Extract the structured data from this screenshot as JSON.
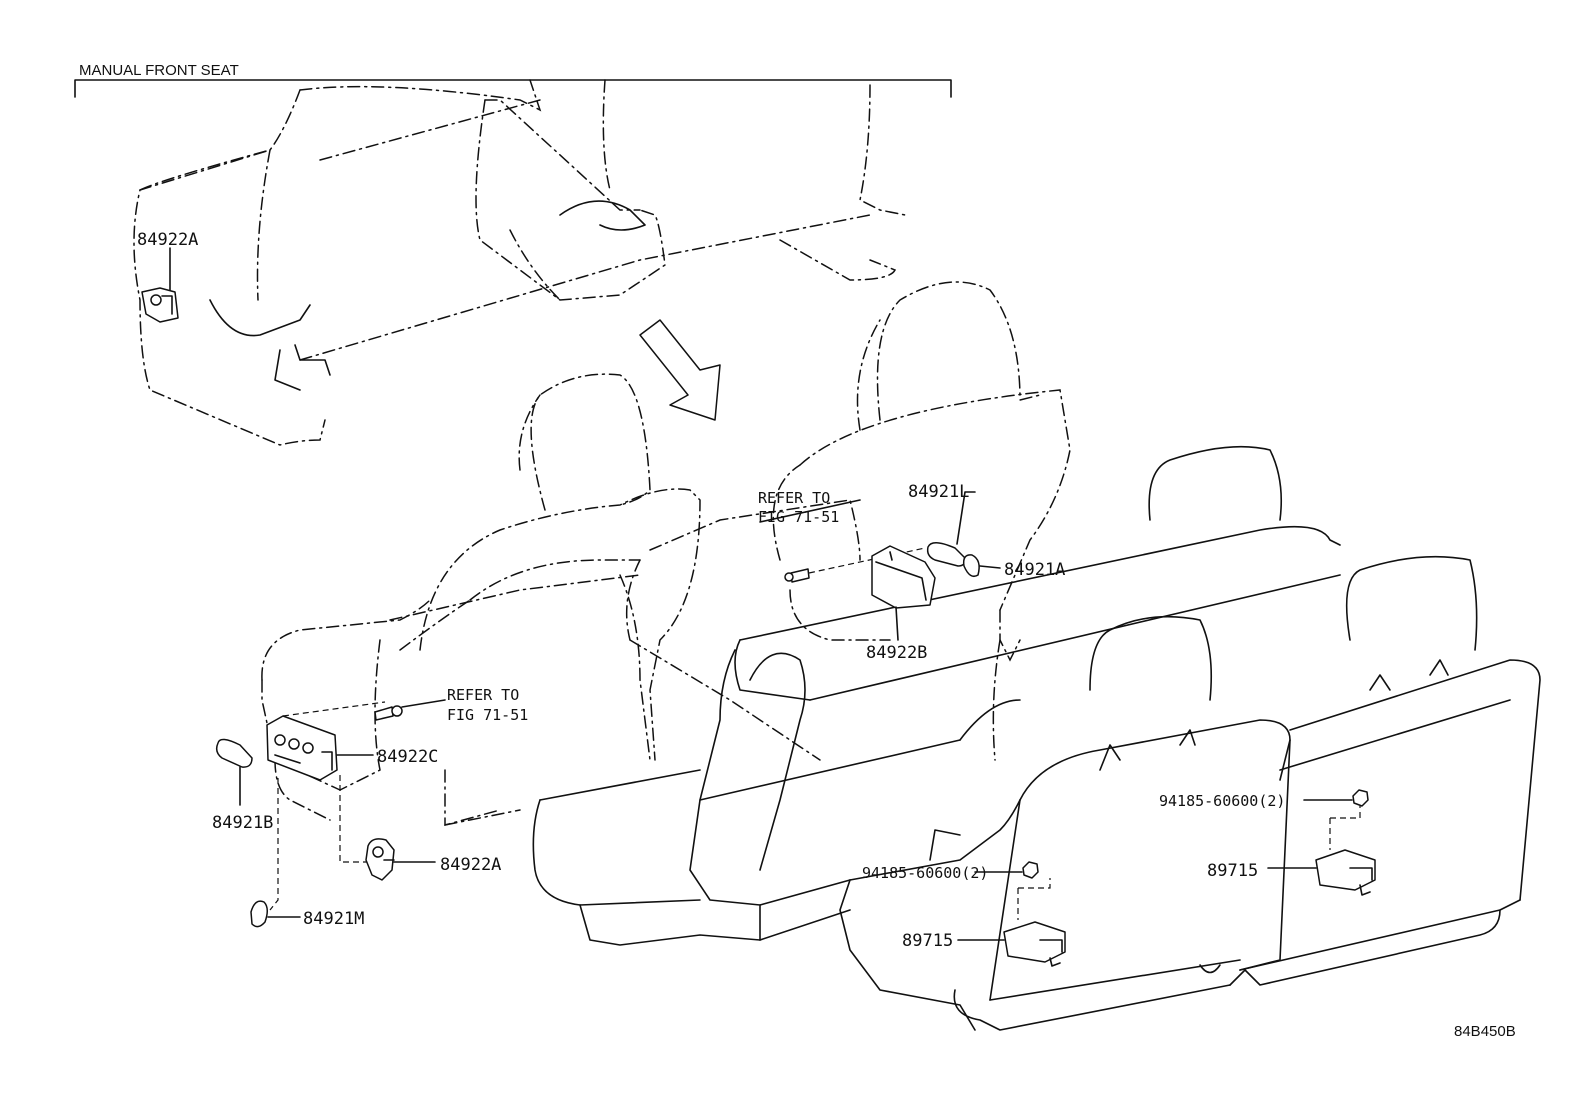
{
  "header": {
    "title": "MANUAL FRONT SEAT"
  },
  "labels": {
    "front_84922A": "84922A",
    "refer_mid_1": "REFER TO",
    "refer_mid_2": "FIG 71-51",
    "p84921L": "84921L",
    "p84921A": "84921A",
    "p84922B": "84922B",
    "refer_left_1": "REFER TO",
    "refer_left_2": "FIG 71-51",
    "p84922C": "84922C",
    "p84921B": "84921B",
    "p84922A": "84922A",
    "p84921M": "84921M",
    "nut_right": "94185-60600(2)",
    "nut_mid": "94185-60600(2)",
    "p89715_right": "89715",
    "p89715_mid": "89715"
  },
  "footer": {
    "code": "84B450B"
  }
}
